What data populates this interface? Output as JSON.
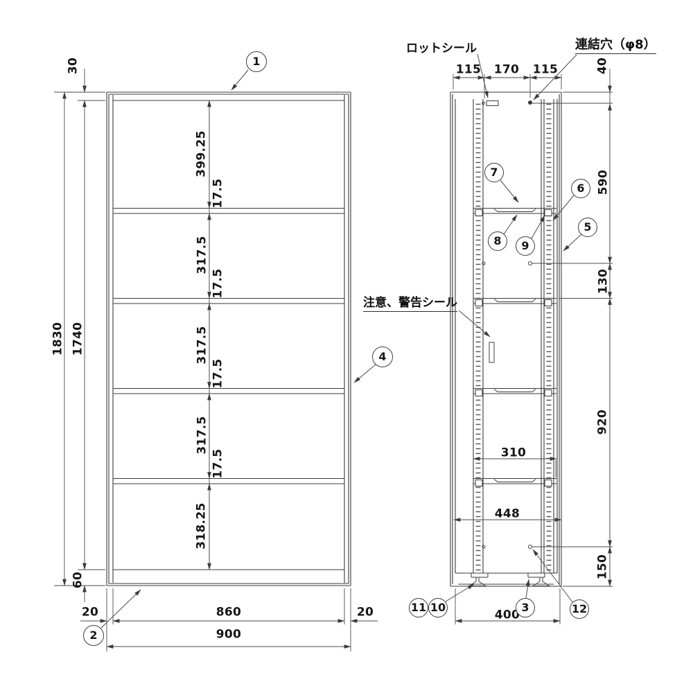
{
  "front": {
    "balloon_1": "1",
    "balloon_2": "2",
    "balloon_4": "4",
    "dim_top": "30",
    "dim_height_total": "1830",
    "dim_height_inner": "1740",
    "dim_bottom": "60",
    "spans": [
      "399.25",
      "17.5",
      "317.5",
      "17.5",
      "317.5",
      "17.5",
      "317.5",
      "17.5",
      "318.25"
    ],
    "dim_w_left": "20",
    "dim_w_inner": "860",
    "dim_w_right": "20",
    "dim_w_total": "900"
  },
  "side": {
    "label_lot_seal": "ロットシール",
    "label_link_hole": "連結穴（φ8）",
    "label_warning_seal": "注意、警告シール",
    "dim_top_left": "115",
    "dim_top_center": "170",
    "dim_top_right": "115",
    "dim_r_40": "40",
    "dim_r_590": "590",
    "dim_r_130": "130",
    "dim_r_920": "920",
    "dim_r_150": "150",
    "dim_310": "310",
    "dim_448": "448",
    "dim_400": "400",
    "balloons": {
      "b3": "3",
      "b5": "5",
      "b6": "6",
      "b7": "7",
      "b8": "8",
      "b9": "9",
      "b10": "10",
      "b11": "11",
      "b12": "12"
    }
  },
  "line_color": "#3c3c3c"
}
